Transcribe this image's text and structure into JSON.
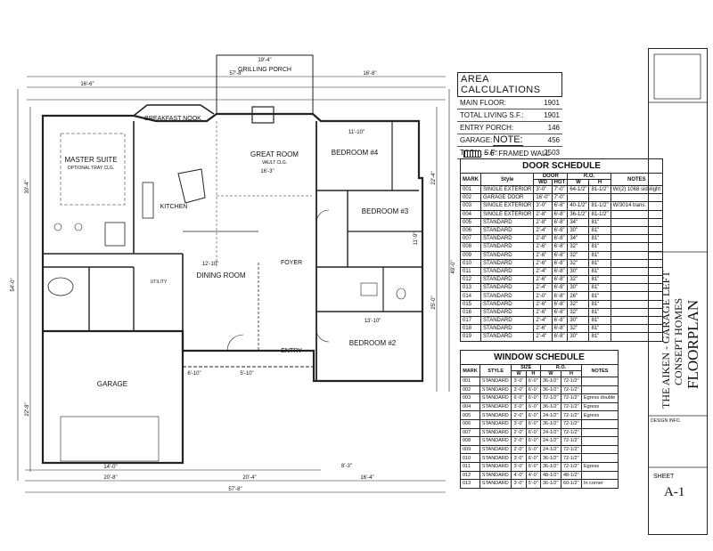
{
  "plan": {
    "rooms": {
      "grilling_porch": "GRILLING PORCH",
      "breakfast_nook": "BREAKFAST NOOK",
      "master_suite": "MASTER SUITE",
      "master_suite_note": "OPTIONAL TRAY CLG.",
      "kitchen": "KITCHEN",
      "great_room": "GREAT ROOM",
      "great_room_note": "VAULT CLG.",
      "bedroom4": "BEDROOM #4",
      "bedroom3": "BEDROOM #3",
      "bedroom2": "BEDROOM #2",
      "dining_room": "DINING ROOM",
      "foyer": "FOYER",
      "entry": "ENTRY",
      "utility": "UTILITY",
      "garage": "GARAGE"
    },
    "dims": {
      "top_overall": "19'-4\"",
      "top_porch": "57'-8\"",
      "top_right": "16'-8\"",
      "top_left": "16'-6\"",
      "left_total": "54'-0\"",
      "right_total": "49'-0\"",
      "bottom_total": "57'-8\"",
      "bottom_a": "20'-8\"",
      "bottom_b": "20'-4\"",
      "bottom_c": "16'-4\"",
      "bottom_d": "8'-3\"",
      "garage_w": "14'-0\"",
      "great_w": "16'-3\"",
      "bed4_w": "11'-10\"",
      "bed2_w": "13'-10\"",
      "dining_w": "12'-10\"",
      "mid_a": "6'-10\"",
      "mid_b": "5'-10\"",
      "left_a": "30'-4\"",
      "left_b": "22'-8\"",
      "right_a": "22'-4\"",
      "right_b": "25'-0\"",
      "bed3_h": "11'-9\""
    }
  },
  "area": {
    "title": "AREA CALCULATIONS",
    "rows": [
      {
        "label": "MAIN FLOOR:",
        "value": "1901"
      },
      {
        "label": "TOTAL LIVING S.F.:",
        "value": "1901"
      },
      {
        "label": "ENTRY PORCH:",
        "value": "146"
      },
      {
        "label": "GARAGE:",
        "value": "456"
      },
      {
        "label": "TOTAL S.F.:",
        "value": "2503"
      }
    ]
  },
  "note": {
    "title": "NOTE:",
    "framed": "= 6\" FRAMED WALL"
  },
  "door_schedule": {
    "title": "DOOR SCHEDULE",
    "headers": {
      "mark": "MARK",
      "style": "Style",
      "door": "DOOR",
      "ro": "R.O.",
      "notes": "NOTES",
      "wd": "WD",
      "hgt": "HGT",
      "w": "W",
      "h": "H"
    },
    "rows": [
      [
        "001",
        "SINGLE EXTERIOR",
        "3'-0\"",
        "7'-0\"",
        "64-1/2\"",
        "81-1/2\"",
        "W/(2) 1068 sidelight"
      ],
      [
        "002",
        "GARAGE DOOR",
        "16'-0\"",
        "7'-0\"",
        "",
        "",
        ""
      ],
      [
        "003",
        "SINGLE EXTERIOR",
        "3'-0\"",
        "6'-8\"",
        "40-1/2\"",
        "81-1/2\"",
        "W/3014 trans."
      ],
      [
        "004",
        "SINGLE EXTERIOR",
        "2'-8\"",
        "6'-8\"",
        "36-1/2\"",
        "81-1/2\"",
        ""
      ],
      [
        "005",
        "STANDARD",
        "2'-8\"",
        "6'-8\"",
        "34\"",
        "81\"",
        ""
      ],
      [
        "006",
        "STANDARD",
        "2'-4\"",
        "6'-8\"",
        "30\"",
        "81\"",
        ""
      ],
      [
        "007",
        "STANDARD",
        "2'-8\"",
        "6'-8\"",
        "34\"",
        "81\"",
        ""
      ],
      [
        "008",
        "STANDARD",
        "2'-6\"",
        "6'-8\"",
        "32\"",
        "81\"",
        ""
      ],
      [
        "009",
        "STANDARD",
        "2'-6\"",
        "6'-8\"",
        "32\"",
        "81\"",
        ""
      ],
      [
        "010",
        "STANDARD",
        "2'-6\"",
        "6'-8\"",
        "32\"",
        "81\"",
        ""
      ],
      [
        "011",
        "STANDARD",
        "2'-4\"",
        "6'-8\"",
        "30\"",
        "81\"",
        ""
      ],
      [
        "012",
        "STANDARD",
        "2'-6\"",
        "6'-8\"",
        "32\"",
        "81\"",
        ""
      ],
      [
        "013",
        "STANDARD",
        "2'-4\"",
        "6'-8\"",
        "30\"",
        "81\"",
        ""
      ],
      [
        "014",
        "STANDARD",
        "2'-0\"",
        "6'-8\"",
        "26\"",
        "81\"",
        ""
      ],
      [
        "015",
        "STANDARD",
        "2'-6\"",
        "6'-8\"",
        "32\"",
        "81\"",
        ""
      ],
      [
        "016",
        "STANDARD",
        "2'-6\"",
        "6'-8\"",
        "32\"",
        "81\"",
        ""
      ],
      [
        "017",
        "STANDARD",
        "2'-4\"",
        "6'-8\"",
        "30\"",
        "81\"",
        ""
      ],
      [
        "018",
        "STANDARD",
        "2'-6\"",
        "6'-8\"",
        "32\"",
        "81\"",
        ""
      ],
      [
        "019",
        "STANDARD",
        "2'-4\"",
        "6'-8\"",
        "30\"",
        "81\"",
        ""
      ]
    ]
  },
  "window_schedule": {
    "title": "WINDOW SCHEDULE",
    "headers": {
      "mark": "MARK",
      "style": "STYLE",
      "size": "SIZE",
      "ro": "R.O.",
      "notes": "NOTES",
      "w": "W",
      "h": "H"
    },
    "rows": [
      [
        "001",
        "STANDARD",
        "3'-0\"",
        "6'-0\"",
        "36-1/2\"",
        "72-1/2\"",
        ""
      ],
      [
        "002",
        "STANDARD",
        "3'-0\"",
        "6'-0\"",
        "36-1/2\"",
        "72-1/2\"",
        ""
      ],
      [
        "003",
        "STANDARD",
        "6'-0\"",
        "6'-0\"",
        "72-1/2\"",
        "72-1/2\"",
        "Egress double"
      ],
      [
        "004",
        "STANDARD",
        "3'-0\"",
        "6'-0\"",
        "36-1/2\"",
        "72-1/2\"",
        "Egress"
      ],
      [
        "005",
        "STANDARD",
        "2'-0\"",
        "6'-0\"",
        "24-1/2\"",
        "72-1/2\"",
        "Egress"
      ],
      [
        "006",
        "STANDARD",
        "3'-0\"",
        "6'-0\"",
        "36-1/2\"",
        "72-1/2\"",
        ""
      ],
      [
        "007",
        "STANDARD",
        "2'-0\"",
        "6'-0\"",
        "24-1/2\"",
        "72-1/2\"",
        ""
      ],
      [
        "008",
        "STANDARD",
        "2'-0\"",
        "6'-0\"",
        "24-1/2\"",
        "72-1/2\"",
        ""
      ],
      [
        "009",
        "STANDARD",
        "2'-0\"",
        "6'-0\"",
        "24-1/2\"",
        "72-1/2\"",
        ""
      ],
      [
        "010",
        "STANDARD",
        "3'-0\"",
        "6'-0\"",
        "36-1/2\"",
        "72-1/2\"",
        ""
      ],
      [
        "011",
        "STANDARD",
        "3'-0\"",
        "6'-0\"",
        "36-1/2\"",
        "72-1/2\"",
        "Egress"
      ],
      [
        "012",
        "STANDARD",
        "4'-0\"",
        "4'-0\"",
        "48-1/2\"",
        "48-1/2\"",
        ""
      ],
      [
        "013",
        "STANDARD",
        "3'-0\"",
        "5'-0\"",
        "36-1/2\"",
        "60-1/2\"",
        "In corner"
      ]
    ]
  },
  "title_block": {
    "line1": "THE AIKEN - GARAGE LEFT",
    "line2": "CONSEPT HOMES",
    "line3": "FLOORPLAN",
    "design_info": "DESIGN INFO.",
    "sheet_label": "SHEET",
    "sheet_value": "A-1"
  }
}
